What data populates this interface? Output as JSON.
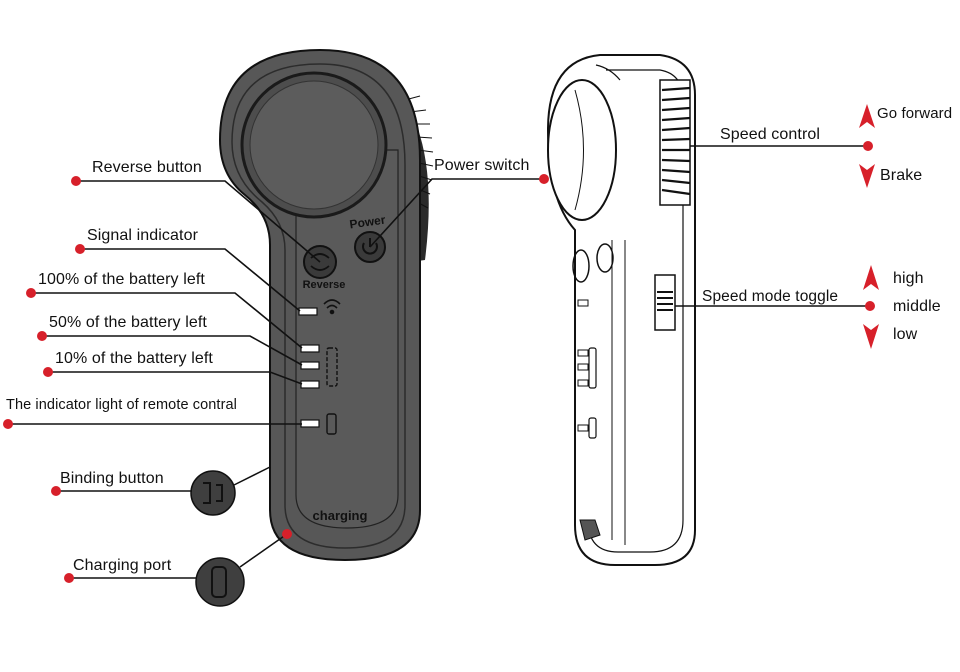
{
  "colors": {
    "accent": "#d7202a",
    "device_fill": "#555555",
    "device_dark": "#2f2f2f",
    "line": "#111111"
  },
  "device": {
    "power_label": "Power",
    "reverse_label": "Reverse",
    "charging_label": "charging"
  },
  "left_callouts": {
    "reverse_button": "Reverse button",
    "power_switch": "Power switch",
    "signal_indicator": "Signal indicator",
    "battery_100": "100% of the battery left",
    "battery_50": "50% of the battery left",
    "battery_10": "10% of the battery left",
    "remote_indicator": "The indicator light of remote contral",
    "binding_button": "Binding button",
    "charging_port": "Charging port"
  },
  "right_callouts": {
    "speed_control": "Speed control",
    "go_forward": "Go forward",
    "brake": "Brake",
    "speed_mode_toggle": "Speed mode toggle",
    "high": "high",
    "middle": "middle",
    "low": "low"
  }
}
